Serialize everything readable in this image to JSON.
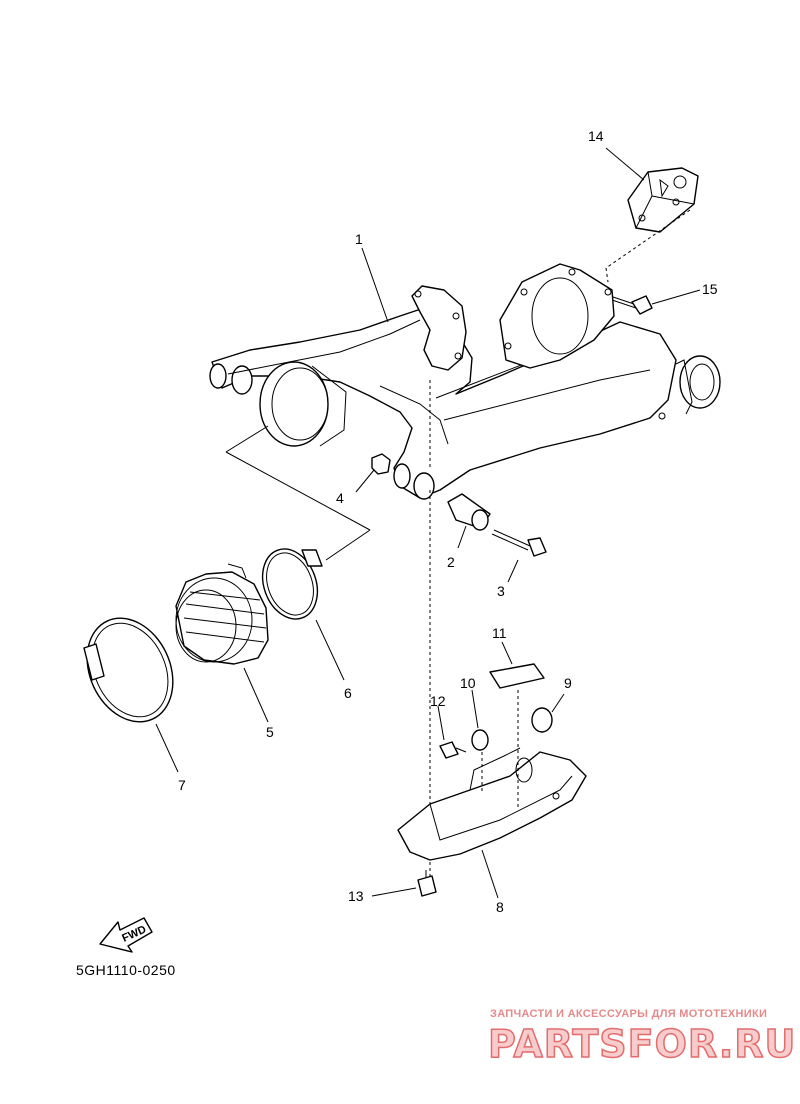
{
  "diagram": {
    "drawing_code": "5GH1110-0250",
    "fwd_label": "FWD",
    "callouts": [
      "1",
      "2",
      "3",
      "4",
      "5",
      "6",
      "7",
      "8",
      "9",
      "10",
      "11",
      "12",
      "13",
      "14",
      "15"
    ]
  },
  "watermark": {
    "caption": "ЗАПЧАСТИ И АКСЕССУАРЫ ДЛЯ МОТОТЕХНИКИ",
    "brand": "PARTSFOR.RU",
    "color": "#e46c6c"
  }
}
